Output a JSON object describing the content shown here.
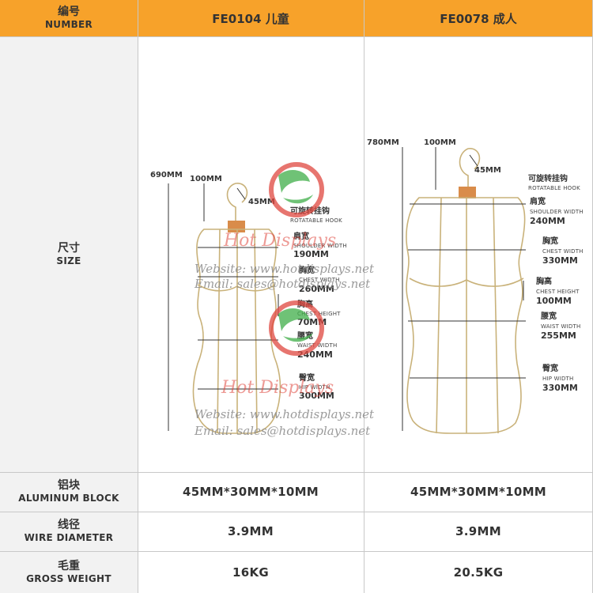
{
  "header": {
    "label_zh": "编号",
    "label_en": "NUMBER",
    "col1": "FE0104 儿童",
    "col2": "FE0078 成人"
  },
  "size_row": {
    "label_zh": "尺寸",
    "label_en": "SIZE"
  },
  "child_diagram": {
    "height": "690MM",
    "hook_width": "100MM",
    "hook_size": "45MM",
    "hook_zh": "可旋转挂钩",
    "hook_en": "ROTATABLE HOOK",
    "shoulder_zh": "肩宽",
    "shoulder_en": "SHOULDER WIDTH",
    "shoulder_val": "190MM",
    "chest_zh": "胸宽",
    "chest_en": "CHEST WIDTH",
    "chest_val": "260MM",
    "chest_h_zh": "胸高",
    "chest_h_en": "CHEST HEIGHT",
    "chest_h_val": "70MM",
    "waist_zh": "腰宽",
    "waist_en": "WAIST WIDTH",
    "waist_val": "240MM",
    "hip_zh": "臀宽",
    "hip_en": "HIP WIDTH",
    "hip_val": "300MM"
  },
  "adult_diagram": {
    "height": "780MM",
    "hook_width": "100MM",
    "hook_size": "45MM",
    "hook_zh": "可旋转挂钩",
    "hook_en": "ROTATABLE HOOK",
    "shoulder_zh": "肩宽",
    "shoulder_en": "SHOULDER WIDTH",
    "shoulder_val": "240MM",
    "chest_zh": "胸宽",
    "chest_en": "CHEST WIDTH",
    "chest_val": "330MM",
    "chest_h_zh": "胸高",
    "chest_h_en": "CHEST HEIGHT",
    "chest_h_val": "100MM",
    "waist_zh": "腰宽",
    "waist_en": "WAIST WIDTH",
    "waist_val": "255MM",
    "hip_zh": "臀宽",
    "hip_en": "HIP WIDTH",
    "hip_val": "330MM"
  },
  "watermark": {
    "brand": "Hot Displays",
    "website": "Website: www.hotdisplays.net",
    "email": "Email: sales@hotdisplays.net"
  },
  "rows": [
    {
      "label_zh": "铝块",
      "label_en": "ALUMINUM BLOCK",
      "col1": "45MM*30MM*10MM",
      "col2": "45MM*30MM*10MM"
    },
    {
      "label_zh": "线径",
      "label_en": "WIRE DIAMETER",
      "col1": "3.9MM",
      "col2": "3.9MM"
    },
    {
      "label_zh": "毛重",
      "label_en": "GROSS WEIGHT",
      "col1": "16KG",
      "col2": "20.5KG"
    }
  ],
  "colors": {
    "header_bg": "#f7a22a",
    "label_bg": "#f2f2f2",
    "wire": "#c9b27a",
    "block": "#d98c4a",
    "logo_red": "#e0483f",
    "logo_green": "#3fae49"
  }
}
